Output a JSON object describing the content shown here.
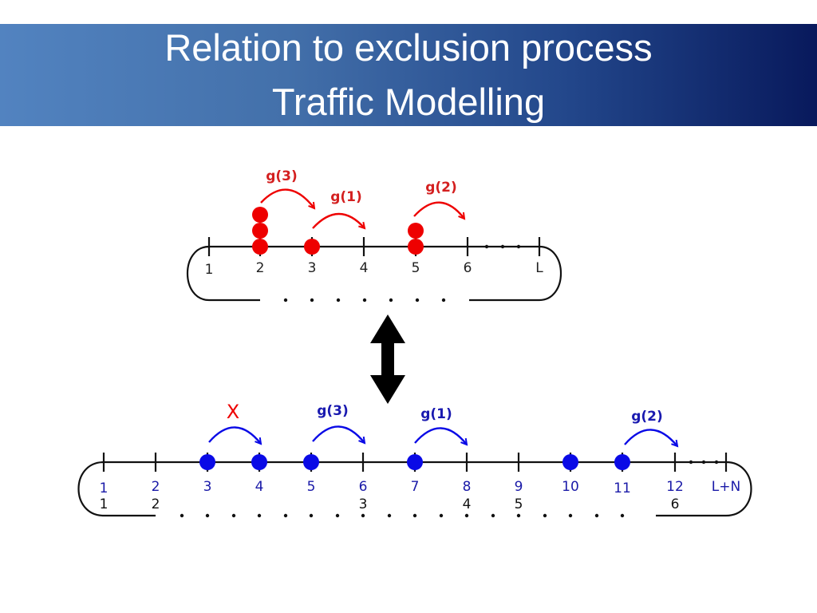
{
  "title": {
    "line1": "Relation to exclusion process",
    "line2": "Traffic Modelling"
  },
  "colors": {
    "title_gradient_start": "#5283c0",
    "title_gradient_end": "#08195c",
    "zero_range_particle": "#ee0000",
    "exclusion_particle": "#0a0ae6",
    "axis": "#111111"
  },
  "top_lattice": {
    "site_labels": [
      "1",
      "2",
      "3",
      "4",
      "5",
      "6",
      "L"
    ],
    "particle_counts": [
      0,
      3,
      1,
      0,
      2,
      0,
      0
    ],
    "hop_labels": [
      "g(3)",
      "g(1)",
      "g(2)"
    ]
  },
  "correspondence_icon": "double-headed-vertical-arrow-icon",
  "bottom_lattice": {
    "site_labels": [
      "1",
      "2",
      "3",
      "4",
      "5",
      "6",
      "7",
      "8",
      "9",
      "10",
      "11",
      "12",
      "L+N"
    ],
    "mapped_labels": [
      "1",
      "2",
      "3",
      "4",
      "5",
      "6"
    ],
    "occupied_sites": [
      "3",
      "4",
      "5",
      "7",
      "10",
      "11"
    ],
    "blocked_mark": "X",
    "hop_labels": [
      "g(3)",
      "g(1)",
      "g(2)"
    ]
  }
}
